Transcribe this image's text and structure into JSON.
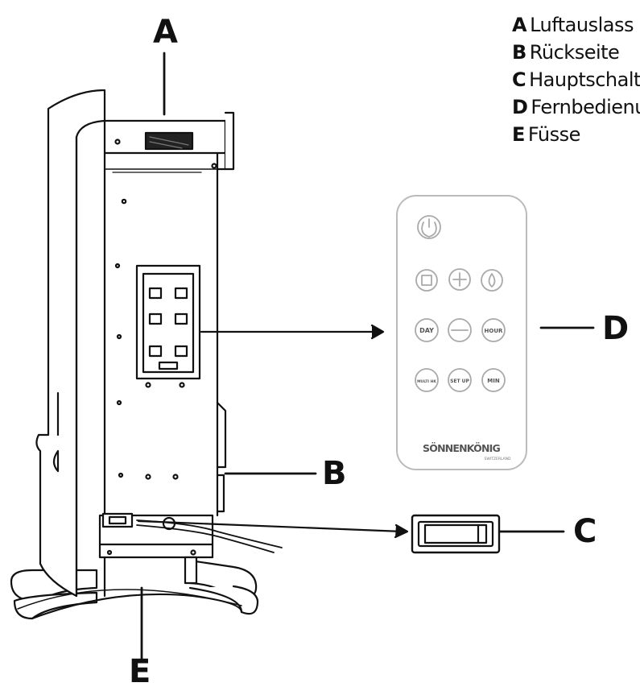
{
  "callouts": {
    "a": "A",
    "b": "B",
    "c": "C",
    "d": "D",
    "e": "E"
  },
  "legend": [
    {
      "letter": "A",
      "text": "Luftauslass"
    },
    {
      "letter": "B",
      "text": "Rückseite"
    },
    {
      "letter": "C",
      "text": "Hauptschalter"
    },
    {
      "letter": "D",
      "text": "Fernbedienung"
    },
    {
      "letter": "E",
      "text": "Füsse"
    }
  ],
  "remote": {
    "buttons": {
      "day": "DAY",
      "hour": "HOUR",
      "mode": "MULTI HK",
      "setup": "SET UP",
      "min": "MIN"
    },
    "brand": "SÖNNENKÖNIG",
    "brand_sub": "SWITZERLAND"
  }
}
